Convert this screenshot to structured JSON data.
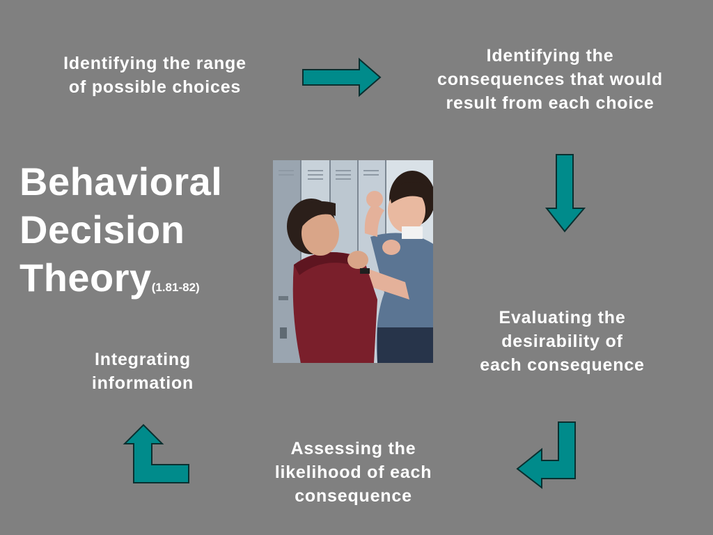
{
  "title": {
    "line1": "Behavioral",
    "line2": "Decision",
    "line3": "Theory",
    "reference": "(1.81-82)"
  },
  "steps": [
    {
      "lines": [
        "Identifying the range",
        "of possible choices"
      ]
    },
    {
      "lines": [
        "Identifying the",
        "consequences that would",
        "result from each choice"
      ]
    },
    {
      "lines": [
        "Evaluating the",
        "desirability of",
        "each consequence"
      ]
    },
    {
      "lines": [
        "Assessing the",
        "likelihood of each",
        "consequence"
      ]
    },
    {
      "lines": [
        "Integrating",
        "information"
      ]
    }
  ],
  "colors": {
    "background": "#808080",
    "arrow_fill": "#008B8B",
    "arrow_stroke": "#0a2f2f",
    "text": "#ffffff"
  },
  "photo": {
    "description_icon": "photo-two-students-fighting-at-lockers"
  }
}
